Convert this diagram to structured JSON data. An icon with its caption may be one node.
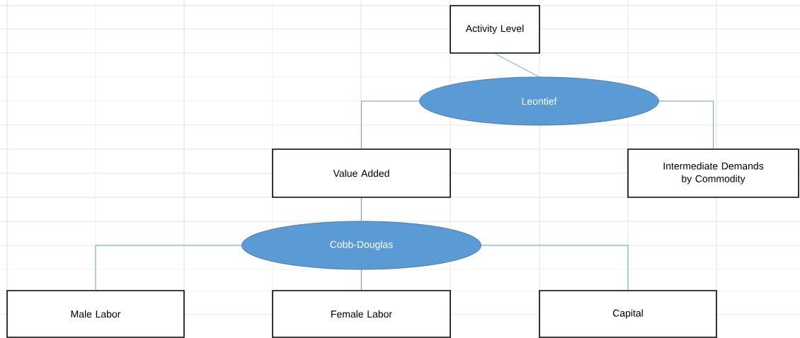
{
  "diagram": {
    "nodes": [
      {
        "text": [
          "Activity Level"
        ]
      },
      {
        "text": [
          "Leontief"
        ]
      },
      {
        "text": [
          "Value Added"
        ]
      },
      {
        "text": [
          "Intermediate Demands by Commodity"
        ]
      },
      {
        "text": [
          "Cobb-Douglas"
        ]
      },
      {
        "text": [
          "Male Labor"
        ]
      },
      {
        "text": [
          "Female Labor"
        ]
      },
      {
        "text": [
          "Capital"
        ]
      }
    ],
    "edges": [
      {
        "from": 0,
        "to": 1,
        "arrow": "none"
      },
      {
        "from": 1,
        "to": 2,
        "arrow": "none"
      },
      {
        "from": 1,
        "to": 3,
        "arrow": "none"
      },
      {
        "from": 2,
        "to": 4,
        "arrow": "none"
      },
      {
        "from": 4,
        "to": 5,
        "arrow": "none"
      },
      {
        "from": 4,
        "to": 6,
        "arrow": "none"
      },
      {
        "from": 4,
        "to": 7,
        "arrow": "none"
      }
    ]
  }
}
